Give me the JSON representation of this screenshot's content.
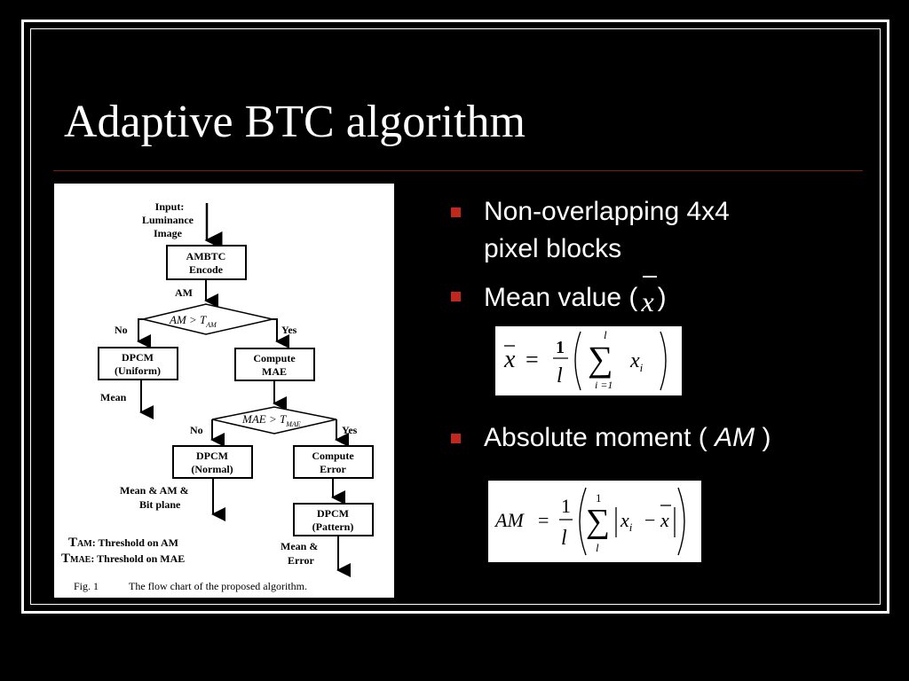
{
  "slide": {
    "title": "Adaptive BTC algorithm"
  },
  "flowchart": {
    "input_label": [
      "Input:",
      "Luminance",
      "Image"
    ],
    "ambtc_box": [
      "AMBTC",
      "Encode"
    ],
    "am_label": "AM",
    "decision1": {
      "lhs": "AM > T",
      "sub": "AM"
    },
    "no1": "No",
    "yes1": "Yes",
    "dpcm_uniform": [
      "DPCM",
      "(Uniform)"
    ],
    "compute_mae": [
      "Compute",
      "MAE"
    ],
    "mean_label": "Mean",
    "decision2": {
      "lhs": "MAE > T",
      "sub": "MAE"
    },
    "no2": "No",
    "yes2": "Yes",
    "dpcm_normal": [
      "DPCM",
      "(Normal)"
    ],
    "compute_error": [
      "Compute",
      "Error"
    ],
    "mean_am_bitplane": [
      "Mean & AM &",
      "Bit plane"
    ],
    "dpcm_pattern": [
      "DPCM",
      "(Pattern)"
    ],
    "mean_error": [
      "Mean &",
      "Error"
    ],
    "legend_tam": {
      "sym": "T",
      "sub": "AM",
      "text": ": Threshold on AM"
    },
    "legend_tmae": {
      "sym": "T",
      "sub": "MAE",
      "text": ": Threshold on MAE"
    },
    "caption_fig": "Fig. 1",
    "caption_text": "The flow chart of the proposed algorithm."
  },
  "bullets": {
    "item1_line1": "Non-overlapping 4x4",
    "item1_line2": "pixel blocks",
    "item2_pre": "Mean value (",
    "item2_sym": "x",
    "item2_post": ")",
    "item3_pre": "Absolute moment (",
    "item3_sym": "AM",
    "item3_post": ")"
  },
  "equations": {
    "mean": {
      "lhs": "x",
      "eq": "=",
      "num": "1",
      "den": "l",
      "sum_top": "l",
      "sum_bottom": "i =1",
      "term": "x",
      "term_sub": "i"
    },
    "am": {
      "lhs": "AM",
      "eq": "=",
      "num": "1",
      "den": "l",
      "sum_top": "1",
      "sum_bottom": "l",
      "term": "x",
      "term_sub": "i",
      "minus": "−",
      "xbar": "x"
    }
  },
  "colors": {
    "background": "#000000",
    "bullet_marker": "#c0281e",
    "rule": "#7a1a1a",
    "figure_bg": "#ffffff"
  }
}
